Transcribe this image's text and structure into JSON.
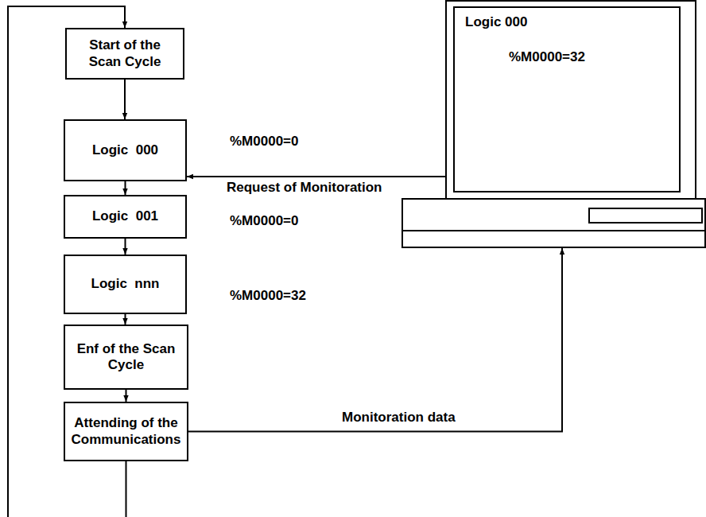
{
  "diagram": {
    "nodes": [
      {
        "text": [
          "Start of the Scan Cycle"
        ]
      },
      {
        "text": [
          "Logic  000"
        ]
      },
      {
        "text": [
          "Logic  001"
        ]
      },
      {
        "text": [
          "Logic  nnn"
        ]
      },
      {
        "text": [
          "Enf of the Scan Cycle"
        ]
      },
      {
        "text": [
          "Attending of the Communications"
        ]
      },
      {
        "text": [
          "Logic  000",
          "%M0000=32"
        ]
      }
    ],
    "edges": [
      {
        "from": 0,
        "to": 1,
        "arrow": "to"
      },
      {
        "from": 1,
        "to": 2,
        "arrow": "to"
      },
      {
        "from": 2,
        "to": 3,
        "arrow": "to"
      },
      {
        "from": 3,
        "to": 4,
        "arrow": "to"
      },
      {
        "from": 4,
        "to": 5,
        "arrow": "to"
      },
      {
        "from": 5,
        "to": 0,
        "arrow": "to"
      },
      {
        "from": 6,
        "to": 1,
        "label": "Request of Monitoration",
        "arrow": "to"
      },
      {
        "from": 5,
        "to": 6,
        "label": "Monitoration data",
        "arrow": "to"
      }
    ],
    "labels": [
      "%M0000=0",
      "%M0000=0",
      "%M0000=32"
    ]
  }
}
